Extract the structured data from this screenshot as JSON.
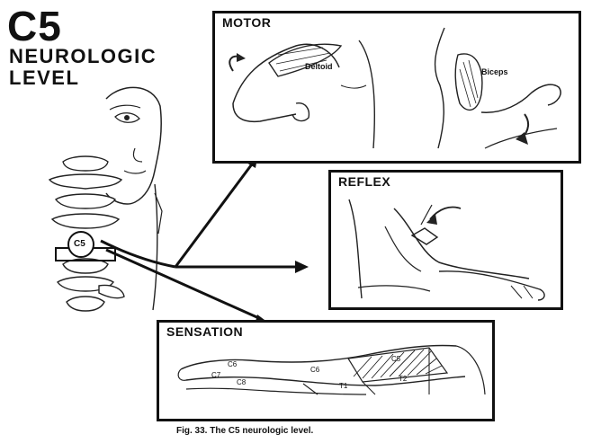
{
  "header": {
    "title": "C5",
    "subtitle_line1": "NEUROLOGIC",
    "subtitle_line2": "LEVEL"
  },
  "spine": {
    "level_label": "C5"
  },
  "motor_panel": {
    "title": "MOTOR",
    "deltoid_label": "Deltoid",
    "biceps_label": "Biceps"
  },
  "reflex_panel": {
    "title": "REFLEX"
  },
  "sensation_panel": {
    "title": "SENSATION",
    "dermatomes": [
      "C6",
      "C7",
      "C8",
      "C6",
      "C5",
      "T1",
      "T2"
    ]
  },
  "caption": "Fig. 33. The C5 neurologic level."
}
